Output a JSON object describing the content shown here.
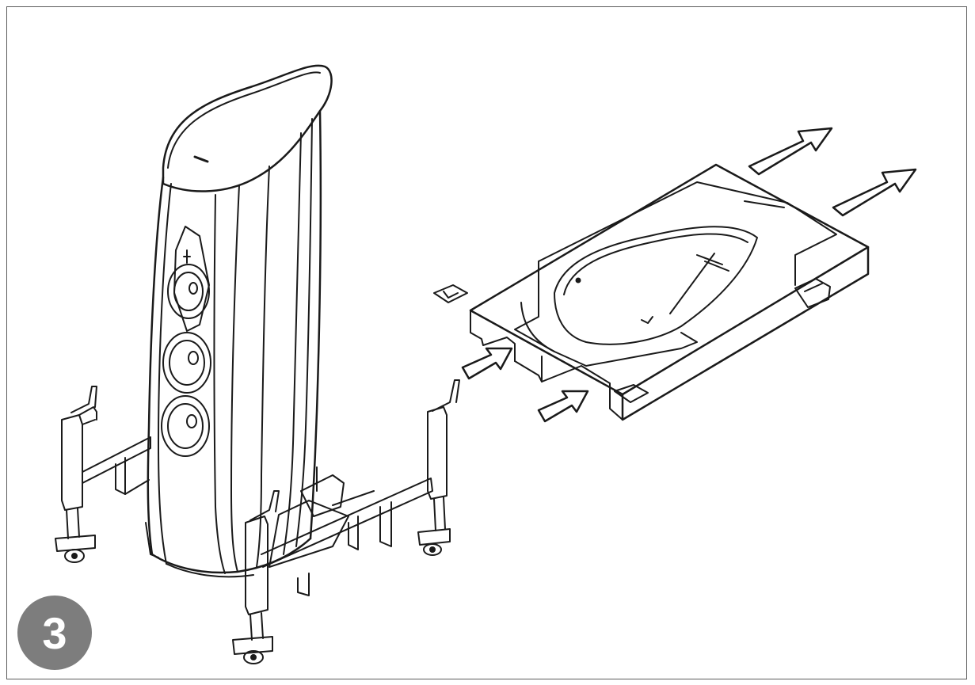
{
  "step": {
    "number": "3"
  },
  "colors": {
    "badge": "#7d7d7d",
    "stroke": "#1a1a1a",
    "frame": "#5c5c5c"
  },
  "icons": [
    "speaker-illustration",
    "transport-cart-illustration",
    "shipping-pallet-illustration",
    "direction-arrow-icon"
  ]
}
